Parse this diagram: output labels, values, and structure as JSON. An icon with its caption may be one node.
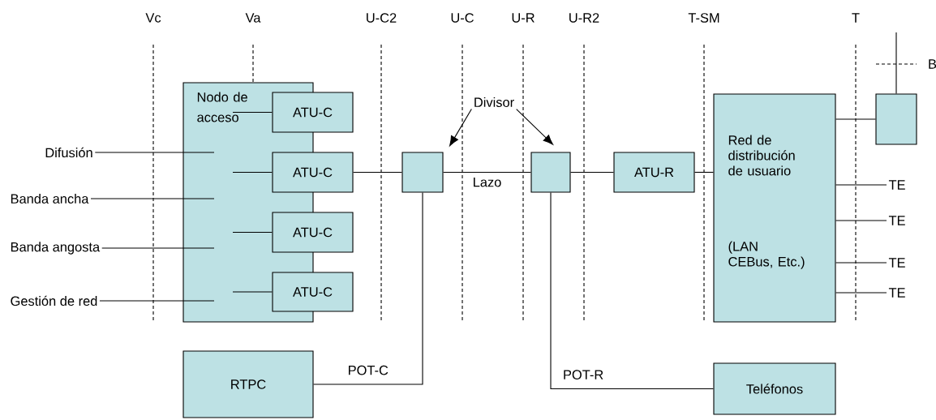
{
  "diagram": {
    "nodes": [
      {
        "text": [
          "Nodo de acceso"
        ]
      },
      {
        "text": [
          "ATU-C"
        ]
      },
      {
        "text": [
          "ATU-C"
        ]
      },
      {
        "text": [
          "ATU-C"
        ]
      },
      {
        "text": [
          "ATU-C"
        ]
      },
      {
        "text": [],
        "shape": "box"
      },
      {
        "text": [],
        "shape": "box"
      },
      {
        "text": [
          "ATU-R"
        ]
      },
      {
        "text": [
          "Red de distribución de usuario",
          "(LAN CEBus, Etc.)"
        ]
      },
      {
        "text": [],
        "shape": "box"
      },
      {
        "text": [
          "RTPC"
        ]
      },
      {
        "text": [
          "Teléfonos"
        ]
      },
      {
        "text": [
          "Divisor"
        ]
      },
      {
        "text": [
          "Difusión"
        ]
      },
      {
        "text": [
          "Banda ancha"
        ]
      },
      {
        "text": [
          "Banda angosta"
        ]
      },
      {
        "text": [
          "Gestión de red"
        ]
      },
      {
        "text": [
          "TE"
        ]
      },
      {
        "text": [
          "TE"
        ]
      },
      {
        "text": [
          "TE"
        ]
      },
      {
        "text": [
          "TE"
        ]
      }
    ],
    "edges": [
      {
        "from": 0,
        "to": 1,
        "arrow": "none"
      },
      {
        "from": 0,
        "to": 2,
        "arrow": "none"
      },
      {
        "from": 0,
        "to": 3,
        "arrow": "none"
      },
      {
        "from": 0,
        "to": 4,
        "arrow": "none"
      },
      {
        "from": 13,
        "to": 0,
        "arrow": "none"
      },
      {
        "from": 14,
        "to": 0,
        "arrow": "none"
      },
      {
        "from": 15,
        "to": 0,
        "arrow": "none"
      },
      {
        "from": 16,
        "to": 0,
        "arrow": "none"
      },
      {
        "from": 2,
        "to": 5,
        "arrow": "none"
      },
      {
        "from": 5,
        "to": 6,
        "arrow": "none",
        "label": "Lazo"
      },
      {
        "from": 6,
        "to": 7,
        "arrow": "none"
      },
      {
        "from": 7,
        "to": 8,
        "arrow": "none"
      },
      {
        "from": 8,
        "to": 9,
        "arrow": "none"
      },
      {
        "from": 9,
        "to": null,
        "arrow": "none"
      },
      {
        "from": 8,
        "to": 17,
        "arrow": "none"
      },
      {
        "from": 8,
        "to": 18,
        "arrow": "none"
      },
      {
        "from": 8,
        "to": 19,
        "arrow": "none"
      },
      {
        "from": 8,
        "to": 20,
        "arrow": "none"
      },
      {
        "from": 5,
        "to": 10,
        "arrow": "none",
        "label": "POT-C"
      },
      {
        "from": 6,
        "to": 11,
        "arrow": "none",
        "label": "POT-R"
      },
      {
        "from": 12,
        "to": 5,
        "arrow": "to"
      },
      {
        "from": 12,
        "to": 6,
        "arrow": "to"
      }
    ],
    "labels": [
      "Vc",
      "Va",
      "U-C2",
      "U-C",
      "U-R",
      "U-R2",
      "T-SM",
      "T",
      "B"
    ]
  }
}
